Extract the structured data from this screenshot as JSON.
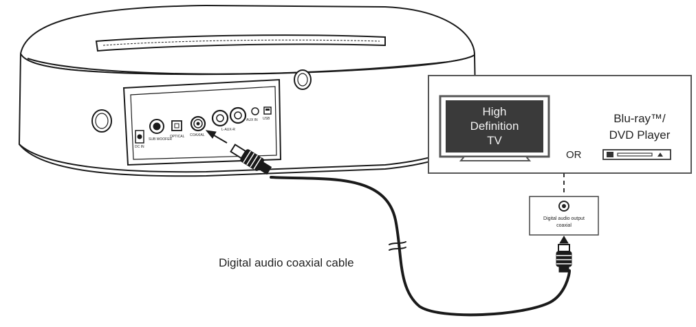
{
  "diagram": {
    "cable_label": "Digital audio coaxial cable",
    "tv_label": [
      "High",
      "Definition",
      "TV"
    ],
    "player_label": [
      "Blu-ray™/",
      "DVD Player"
    ],
    "or_label": "OR",
    "output_label": [
      "Digital audio output",
      "coaxial"
    ],
    "speaker_port_labels": [
      "DC IN",
      "SUB WOOFER",
      "OPTICAL",
      "COAXIAL",
      "AUX IN",
      "L-AUX-R",
      "USB"
    ]
  },
  "colors": {
    "line": "#1a1a1a",
    "tv_screen": "#3a3a3a",
    "tv_text": "#f2f2f2"
  }
}
